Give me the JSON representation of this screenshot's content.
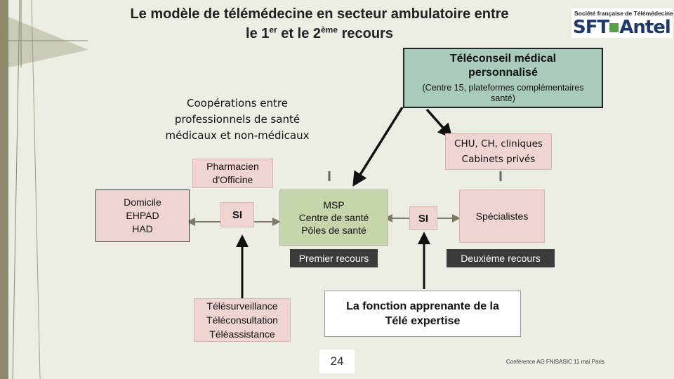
{
  "slide": {
    "title_line1": "Le modèle de télémédecine en secteur ambulatoire entre",
    "title_line2_a": "le 1",
    "title_line2_sup1": "er",
    "title_line2_b": " et le 2",
    "title_line2_sup2": "ème",
    "title_line2_c": " recours",
    "page_number": "24",
    "footer": "Conférence AG FNISASIC 11 mai Paris"
  },
  "logo": {
    "subtitle": "Société française de Télémédecine",
    "text_a": "SFT",
    "text_b": "Antel"
  },
  "diagram": {
    "teleconseil": {
      "title_line1": "Téléconseil médical",
      "title_line2": "personnalisé",
      "detail_line1": "(Centre 15, plateformes complémentaires",
      "detail_line2": "santé)"
    },
    "cooperations": {
      "line1": "Coopérations entre",
      "line2": "professionnels de santé",
      "line3": "médicaux et non-médicaux"
    },
    "pharmacien": {
      "line1": "Pharmacien",
      "line2": "d'Officine"
    },
    "domicile": {
      "line1": "Domicile",
      "line2": "EHPAD",
      "line3": "HAD"
    },
    "si_left": "SI",
    "msp": {
      "line1": "MSP",
      "line2": "Centre de santé",
      "line3": "Pôles de santé"
    },
    "si_right": "SI",
    "specialistes": "Spécialistes",
    "chu": {
      "line1": "CHU, CH, cliniques",
      "line2": "Cabinets privés"
    },
    "premier_recours": "Premier recours",
    "deuxieme_recours": "Deuxième recours",
    "telesurveillance": {
      "line1": "Télésurveillance",
      "line2": "Téléconsultation",
      "line3": "Téléassistance"
    },
    "fonction": {
      "line1": "La fonction apprenante de la",
      "line2": "Télé expertise"
    }
  },
  "colors": {
    "background": "#eceee3",
    "teleconseil_fill": "#a9cbbb",
    "rose_fill": "#efd5d2",
    "green_fill": "#c7d5ab",
    "dark_label": "#3b3b3b",
    "connector": "#7e7a68",
    "accent_left_bar": "#8c8a6a"
  }
}
